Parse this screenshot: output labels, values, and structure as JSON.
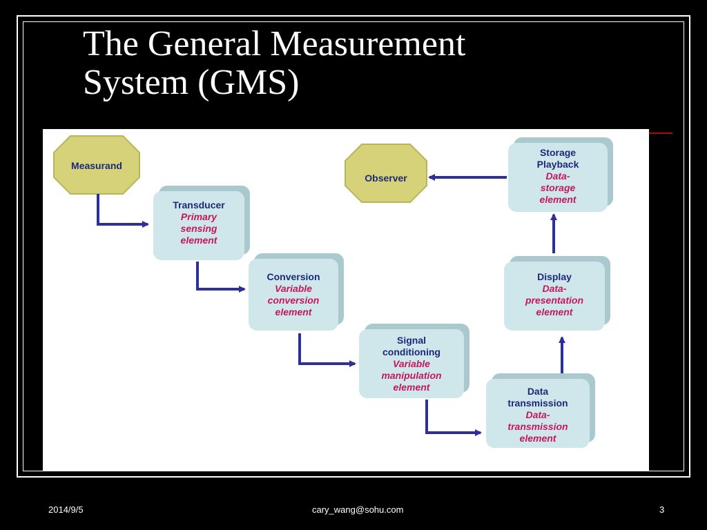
{
  "slide": {
    "title_line1": "The General Measurement",
    "title_line2": "System (GMS)"
  },
  "diagram": {
    "measurand": "Measurand",
    "observer": "Observer",
    "transducer": {
      "head": "Transducer",
      "sub": [
        "Primary",
        "sensing",
        "element"
      ]
    },
    "conversion": {
      "head": "Conversion",
      "sub": [
        "Variable",
        "conversion",
        "element"
      ]
    },
    "signal": {
      "head": [
        "Signal",
        "conditioning"
      ],
      "sub": [
        "Variable",
        "manipulation",
        "element"
      ]
    },
    "transmission": {
      "head": [
        "Data",
        "transmission"
      ],
      "sub": [
        "Data-",
        "transmission",
        "element"
      ]
    },
    "display": {
      "head": "Display",
      "sub": [
        "Data-",
        "presentation",
        "element"
      ]
    },
    "storage": {
      "head": [
        "Storage",
        "Playback"
      ],
      "sub": [
        "Data-",
        "storage",
        "element"
      ]
    }
  },
  "footer": {
    "date": "2014/9/5",
    "email": "cary_wang@sohu.com",
    "page": "3"
  },
  "colors": {
    "box_fill": "#cfe6ea",
    "octagon_fill": "#d6d27a",
    "arrow": "#2d2f9a",
    "heading_text": "#1a2a7a",
    "italic_text": "#c2185b"
  }
}
